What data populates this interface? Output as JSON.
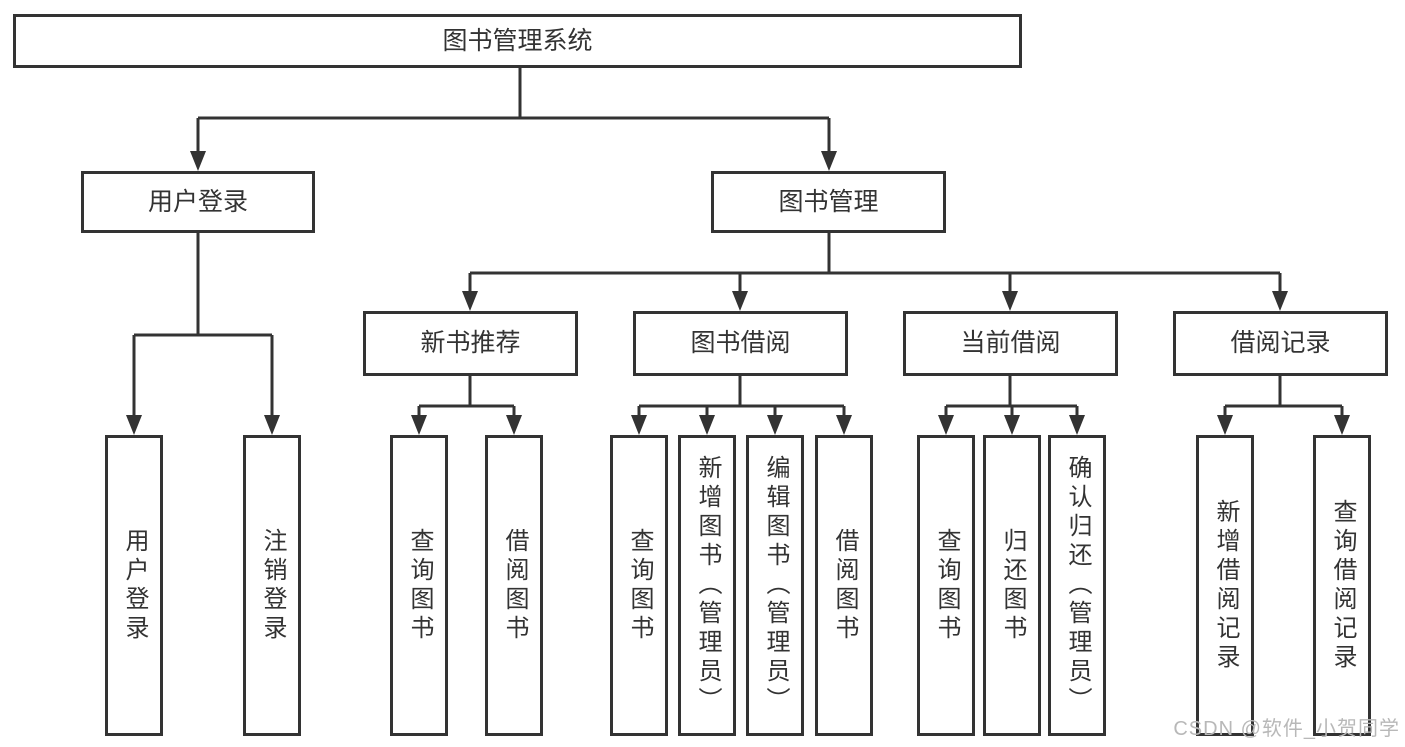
{
  "tree": {
    "root": {
      "label": "图书管理系统"
    },
    "branches": [
      {
        "label": "用户登录",
        "children": [
          {
            "label": "用户登录"
          },
          {
            "label": "注销登录"
          }
        ]
      },
      {
        "label": "图书管理",
        "children": [
          {
            "label": "新书推荐",
            "children": [
              {
                "label": "查询图书"
              },
              {
                "label": "借阅图书"
              }
            ]
          },
          {
            "label": "图书借阅",
            "children": [
              {
                "label": "查询图书"
              },
              {
                "label": "新增图书（管理员）"
              },
              {
                "label": "编辑图书（管理员）"
              },
              {
                "label": "借阅图书"
              }
            ]
          },
          {
            "label": "当前借阅",
            "children": [
              {
                "label": "查询图书"
              },
              {
                "label": "归还图书"
              },
              {
                "label": "确认归还（管理员）"
              }
            ]
          },
          {
            "label": "借阅记录",
            "children": [
              {
                "label": "新增借阅记录"
              },
              {
                "label": "查询借阅记录"
              }
            ]
          }
        ]
      }
    ]
  },
  "watermark": {
    "text": "CSDN @软件_小贺同学"
  },
  "colors": {
    "line": "#333333",
    "text": "#333333",
    "background": "#ffffff",
    "watermark": "#b8b8b8"
  }
}
